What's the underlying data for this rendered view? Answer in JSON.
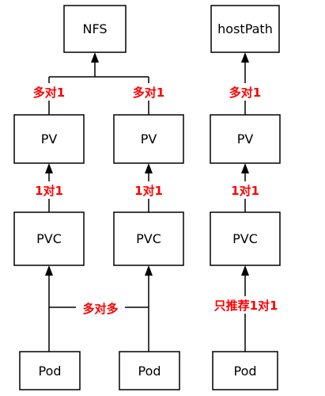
{
  "nodes": {
    "nfs": "NFS",
    "host_path": "hostPath",
    "pv_left": "PV",
    "pv_middle": "PV",
    "pv_right": "PV",
    "pvc_left": "PVC",
    "pvc_middle": "PVC",
    "pvc_right": "PVC",
    "pod_left": "Pod",
    "pod_middle": "Pod",
    "pod_right": "Pod"
  },
  "relations": {
    "pv_to_nfs_left": "多对1",
    "pv_to_nfs_middle": "多对1",
    "pv_to_hostpath": "多对1",
    "pvc_to_pv_left": "1对1",
    "pvc_to_pv_middle": "1对1",
    "pvc_to_pv_right": "1对1",
    "pod_to_pvc_shared": "多对多",
    "pod_to_pvc_right": "只推荐1对1"
  },
  "colors": {
    "relation_text": "#ff0000",
    "stroke": "#000000",
    "fill": "#ffffff"
  }
}
